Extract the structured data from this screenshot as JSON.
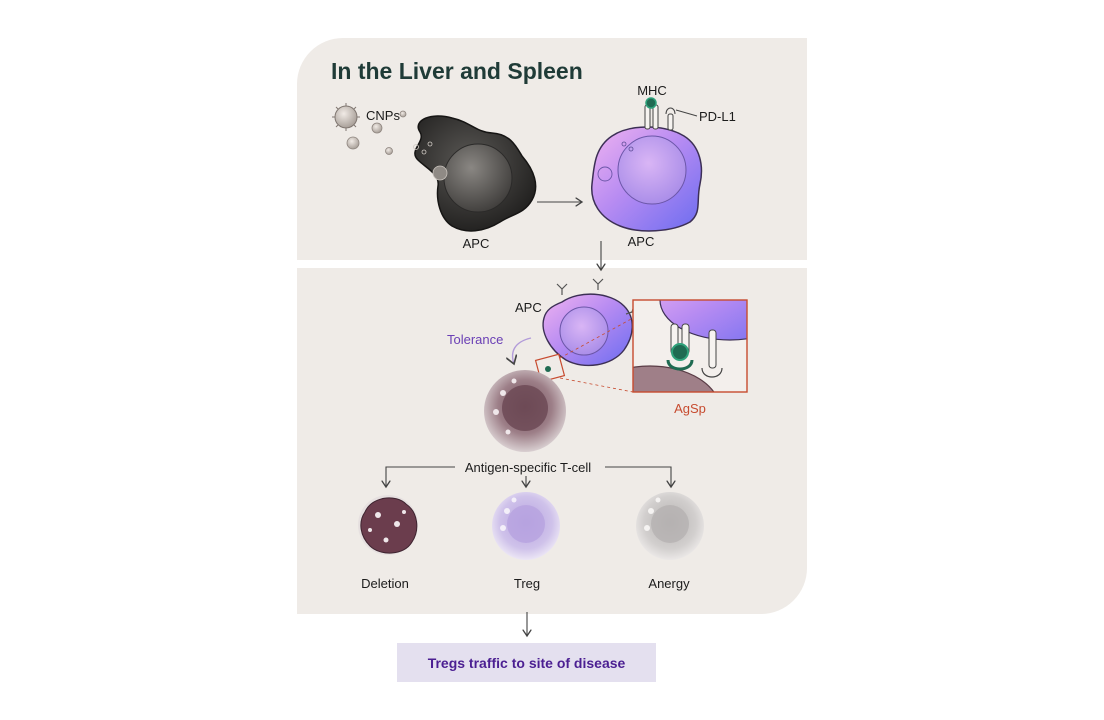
{
  "title": "In the Liver and Spleen",
  "labels": {
    "cnps": "CNPs",
    "apc_uptake": "APC",
    "apc_presenting": "APC",
    "mhc": "MHC",
    "pdl1": "PD-L1",
    "apc_interaction": "APC",
    "tolerance": "Tolerance",
    "agsp": "AgSp",
    "tcell": "Antigen-specific T-cell",
    "deletion": "Deletion",
    "treg": "Treg",
    "anergy": "Anergy"
  },
  "callout": "Tregs traffic to site of disease",
  "colors": {
    "panel": "#efebe7",
    "title": "#1f3b37",
    "tolerance": "#6a3fb5",
    "agsp": "#c74b2f",
    "callout_bg": "#e4e0ef",
    "callout_text": "#4b1f92"
  }
}
